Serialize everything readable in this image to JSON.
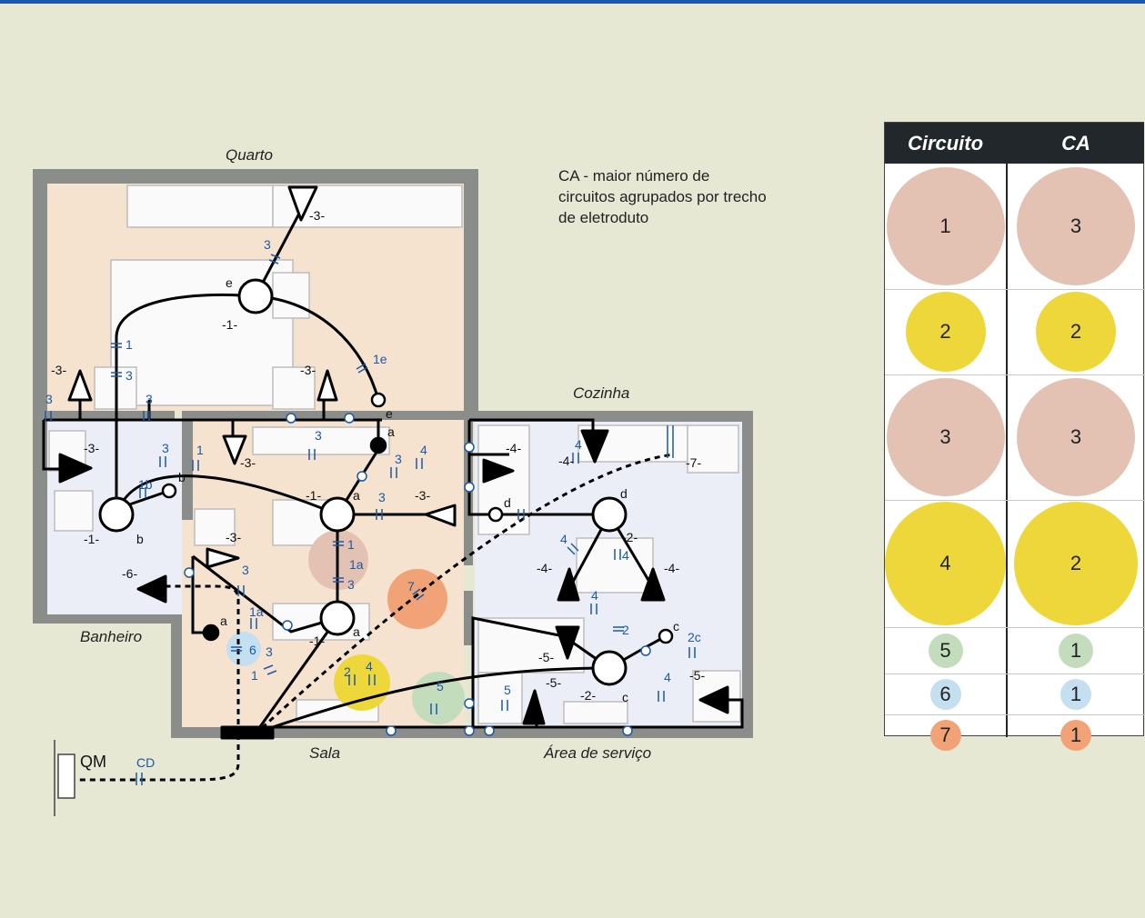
{
  "rooms": {
    "quarto": "Quarto",
    "cozinha": "Cozinha",
    "banheiro": "Banheiro",
    "sala": "Sala",
    "area_servico": "Área de serviço"
  },
  "panel": {
    "qm": "QM",
    "cd": "CD"
  },
  "note": "CA - maior número de circuitos agrupados por trecho de eletroduto",
  "table": {
    "headers": [
      "Circuito",
      "CA"
    ],
    "rows": [
      {
        "circuito": "1",
        "ca": "3",
        "color": "#e3c2b4"
      },
      {
        "circuito": "2",
        "ca": "2",
        "color": "#eed73a"
      },
      {
        "circuito": "3",
        "ca": "3",
        "color": "#e3c2b4"
      },
      {
        "circuito": "4",
        "ca": "2",
        "color": "#eed73a"
      },
      {
        "circuito": "5",
        "ca": "1",
        "color": "#c3dcbc"
      },
      {
        "circuito": "6",
        "ca": "1",
        "color": "#c3dff0"
      },
      {
        "circuito": "7",
        "ca": "1",
        "color": "#f1a276"
      }
    ]
  },
  "plan_highlights": [
    {
      "label": "1 1a 3",
      "circuito": "1",
      "color": "#e3c2b4"
    },
    {
      "label": "7",
      "circuito": "7",
      "color": "#f1a276"
    },
    {
      "label": "2 4",
      "circuito": "2, 4",
      "color": "#eed73a"
    },
    {
      "label": "5",
      "circuito": "5",
      "color": "#c3dcbc"
    },
    {
      "label": "6",
      "circuito": "6",
      "color": "#c3dff0"
    }
  ],
  "wire_labels": {
    "c1": "-1-",
    "c2": "-2-",
    "c3": "-3-",
    "c4": "-4-",
    "c5": "-5-",
    "c6": "-6-",
    "c7": "-7-"
  },
  "switch_letters": {
    "a": "a",
    "b": "b",
    "c": "c",
    "d": "d",
    "e": "e"
  },
  "conduit_marks": {
    "m3": "3",
    "m1": "1",
    "m1e": "1e",
    "m4": "4",
    "m1b": "1b",
    "m1a": "1a",
    "m7": "7",
    "m2": "2",
    "m5": "5",
    "m6": "6",
    "m2c": "2c"
  }
}
